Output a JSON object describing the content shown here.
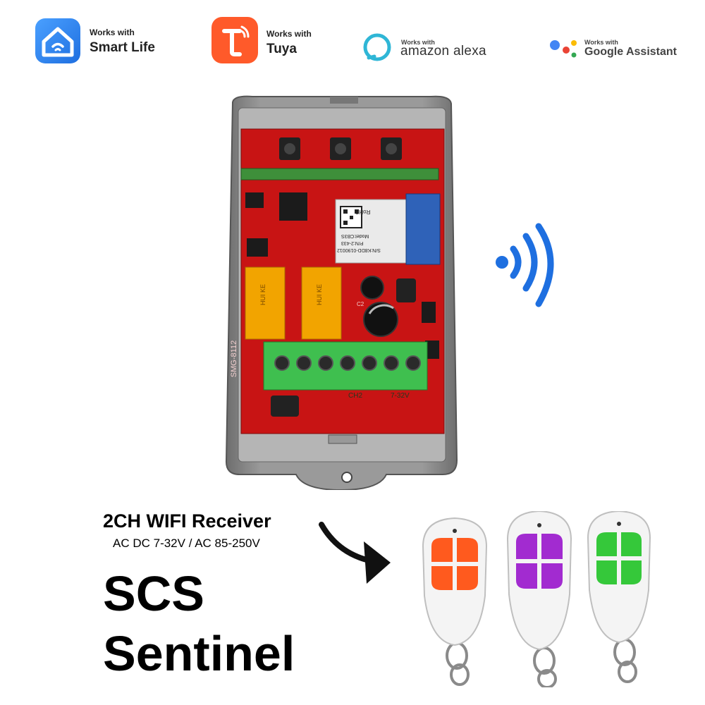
{
  "badges": {
    "smart_life": {
      "small": "Works with",
      "big": "Smart Life"
    },
    "tuya": {
      "small": "Works with",
      "big": "Tuya"
    },
    "alexa": {
      "small": "Works with",
      "big": "amazon alexa"
    },
    "google": {
      "small": "Works with",
      "big": "Google Assistant"
    }
  },
  "product": {
    "title": "2CH WIFI Receiver",
    "subtitle": "AC DC 7-32V / AC 85-250V",
    "brand_line1": "SCS",
    "brand_line2": "Sentinel"
  },
  "board_labels": {
    "module_rohs": "RoHS",
    "module_model": "Model:CB3S",
    "module_pn": "P/N:2-433",
    "module_sn": "S/N:K8DD-0190012",
    "board_id": "SMG-8112",
    "ch2": "CH2",
    "voltage": "7-32V",
    "relay_text": "HUI KE",
    "cap_label": "C2"
  },
  "colors": {
    "smart_life": "#2f7fe6",
    "tuya": "#ff5a2a",
    "alexa": "#2fb6d6",
    "wifi": "#1e6fe0",
    "pcb": "#d01818",
    "case": "#8e8e8e",
    "terminal": "#3fbf4f",
    "relay": "#f2a400",
    "fob_orange": "#ff5a1e",
    "fob_purple": "#a22bd0",
    "fob_green": "#35c83a"
  }
}
